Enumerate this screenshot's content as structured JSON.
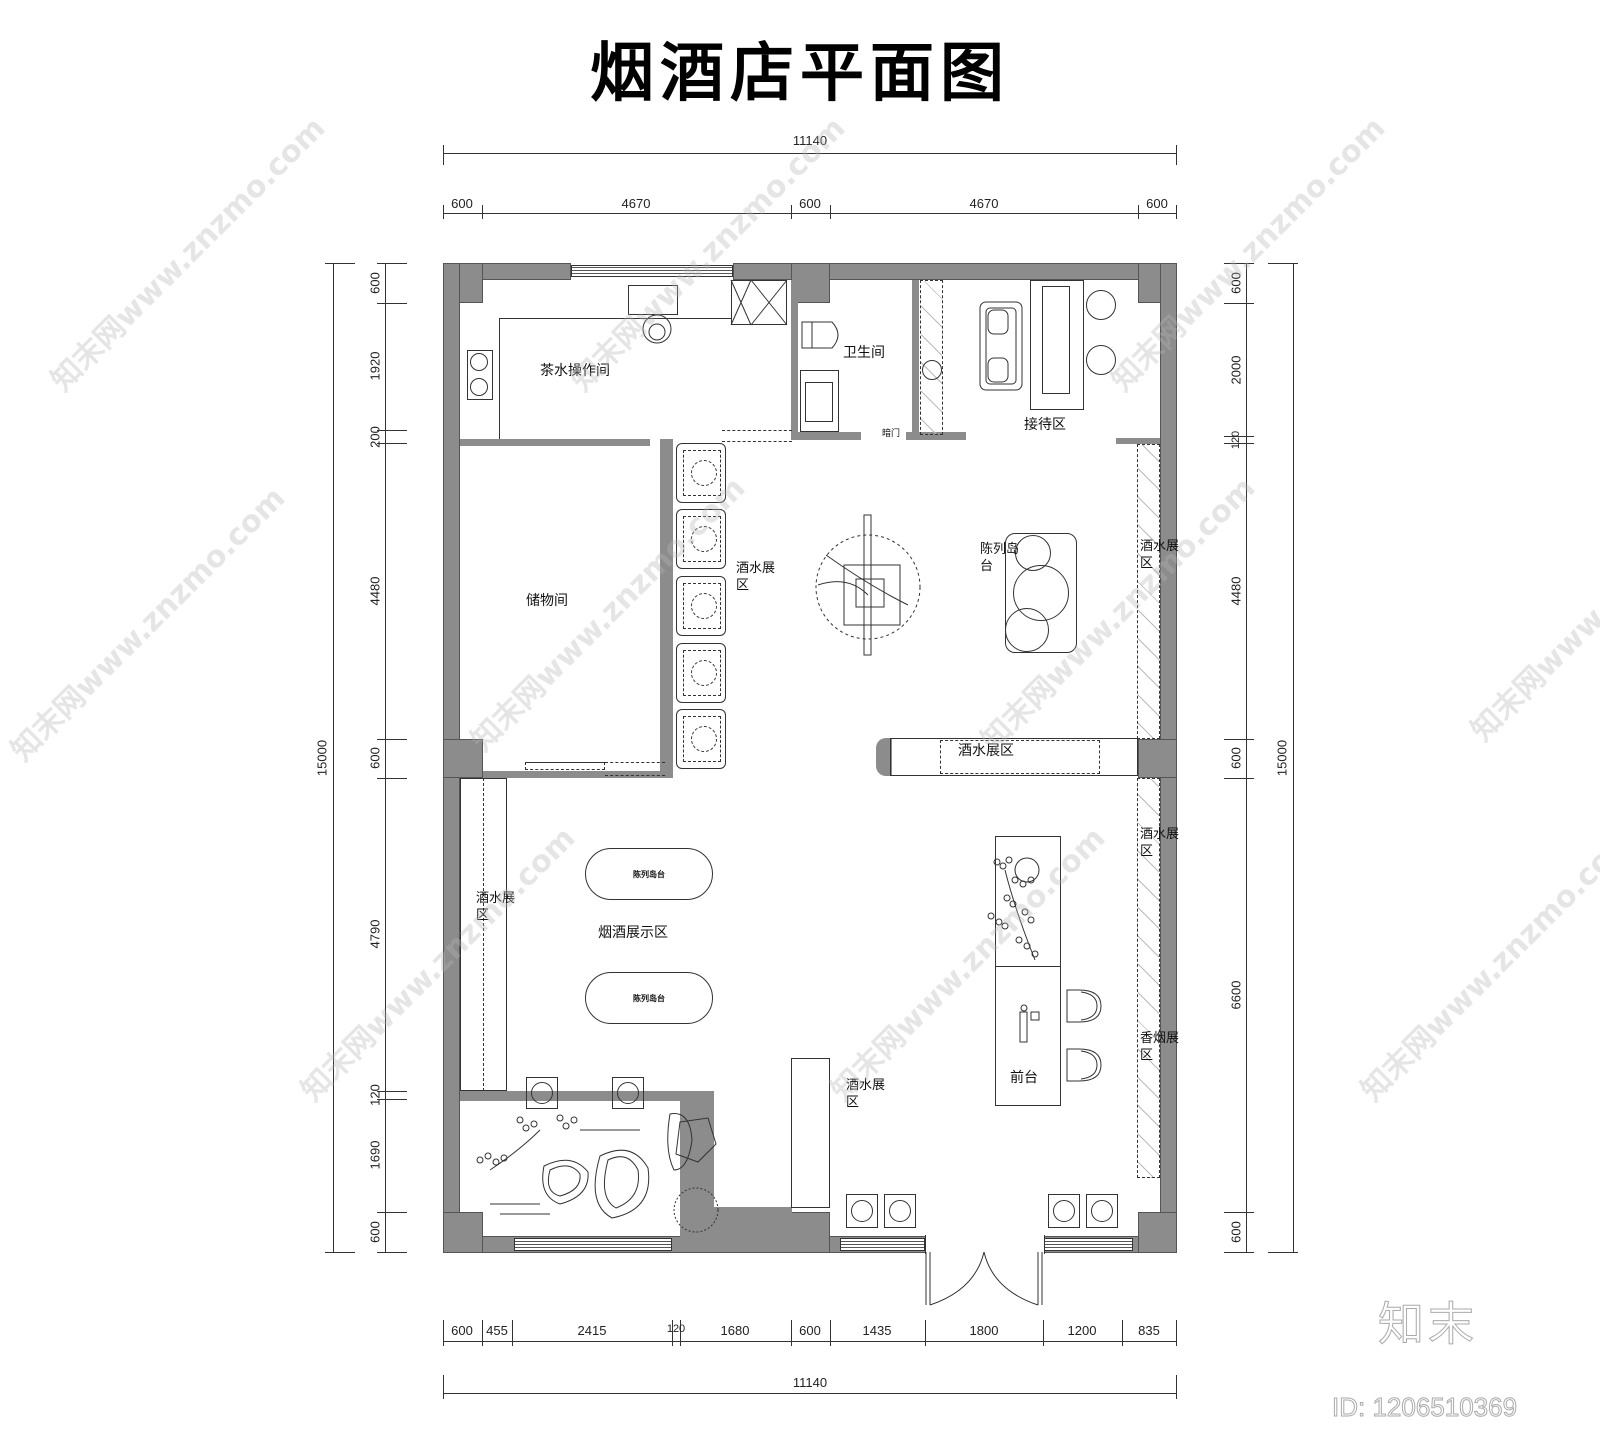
{
  "title": "烟酒店平面图",
  "dimensions": {
    "top_total": "11140",
    "top_segments": [
      "600",
      "4670",
      "600",
      "4670",
      "600"
    ],
    "bottom_segments": [
      "600",
      "455",
      "2415",
      "120",
      "1680",
      "600",
      "1435",
      "1800",
      "1200",
      "835"
    ],
    "bottom_total": "11140",
    "left_total": "15000",
    "left_segments": [
      "600",
      "1920",
      "200",
      "4480",
      "600",
      "4790",
      "120",
      "1690",
      "600"
    ],
    "right_total": "15000",
    "right_segments": [
      "600",
      "2000",
      "120",
      "4480",
      "600",
      "6600",
      "600"
    ]
  },
  "rooms": {
    "tea_room": "茶水操作间",
    "restroom": "卫生间",
    "hidden_door": "暗门",
    "reception": "接待区",
    "storage": "储物间",
    "wine_display_left_upper": "酒水展区",
    "display_island": "陈列岛台",
    "wine_display_right_upper": "酒水展区",
    "wine_display_center": "酒水展区",
    "wine_display_right_lower": "酒水展区",
    "wine_display_left_lower": "酒水展区",
    "tobacco_wine_display": "烟酒展示区",
    "island_1": "陈列岛台",
    "island_2": "陈列岛台",
    "cigarette_display": "香烟展区",
    "front_desk": "前台",
    "wine_display_bottom": "酒水展区"
  },
  "watermark": {
    "text": "知末网www.znzmo.com",
    "brand": "知末",
    "id": "ID: 1206510369"
  },
  "colors": {
    "wall": "#8c8c8c",
    "line": "#333333",
    "background": "#ffffff"
  }
}
